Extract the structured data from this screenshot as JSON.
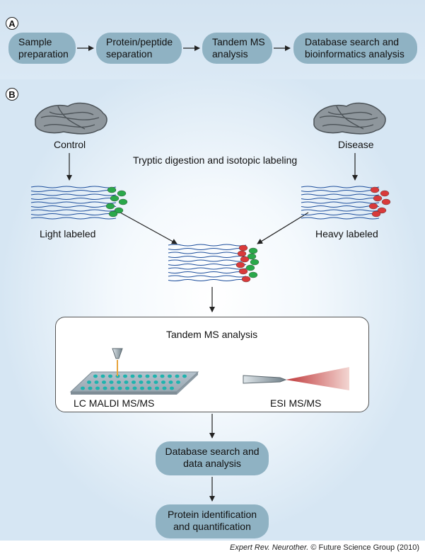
{
  "panel_a": {
    "label": "A",
    "steps": [
      {
        "line1": "Sample",
        "line2": "preparation"
      },
      {
        "line1": "Protein/peptide",
        "line2": "separation"
      },
      {
        "line1": "Tandem MS",
        "line2": "analysis"
      },
      {
        "line1": "Database search and",
        "line2": "bioinformatics analysis"
      }
    ]
  },
  "panel_b": {
    "label": "B",
    "control_label": "Control",
    "disease_label": "Disease",
    "digestion_label": "Tryptic digestion and isotopic labeling",
    "light_label": "Light labeled",
    "heavy_label": "Heavy labeled",
    "ms_box_title": "Tandem MS analysis",
    "maldi_label": "LC MALDI MS/MS",
    "esi_label": "ESI MS/MS",
    "db_step": {
      "line1": "Database search and",
      "line2": "data analysis"
    },
    "final_step": {
      "line1": "Protein identification",
      "line2": "and quantification"
    }
  },
  "colors": {
    "pill": "#8fb2c3",
    "peptide_line": "#1d4e9c",
    "light_tag": "#2aa84a",
    "heavy_tag": "#d93a3a",
    "spot": "#1eb3ae"
  },
  "caption": {
    "journal": "Expert Rev. Neurother.",
    "rest": " © Future Science Group (2010)"
  }
}
